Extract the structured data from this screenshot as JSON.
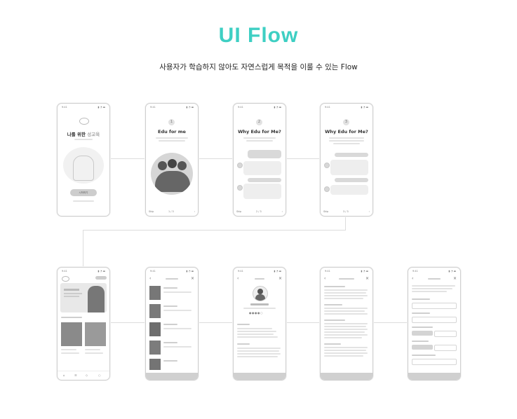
{
  "header": {
    "title": "UI Flow",
    "title_color": "#3ecfc3",
    "subtitle": "사용자가 학습하지 않아도 자연스럽게 목적을 이룰 수 있는 Flow"
  },
  "screens_row1": {
    "s1": {
      "status": "9:41",
      "heading_pre": "나를 위한 ",
      "heading_accent": "성교육",
      "button": "시작하기"
    },
    "s2": {
      "status": "9:41",
      "step": "1",
      "heading": "Edu for me",
      "skip": "Skip",
      "page": "1 / 3"
    },
    "s3": {
      "status": "9:41",
      "step": "2",
      "heading": "Why Edu for Me?",
      "skip": "Skip",
      "page": "2 / 3"
    },
    "s4": {
      "status": "9:41",
      "step": "3",
      "heading": "Why Edu for Me?",
      "skip": "Skip",
      "page": "3 / 3"
    }
  },
  "screens_row2": {
    "s5": {
      "status": "9:41"
    },
    "s6": {
      "status": "9:41"
    },
    "s7": {
      "status": "9:41"
    },
    "s8": {
      "status": "9:41"
    },
    "s9": {
      "status": "9:41"
    }
  }
}
